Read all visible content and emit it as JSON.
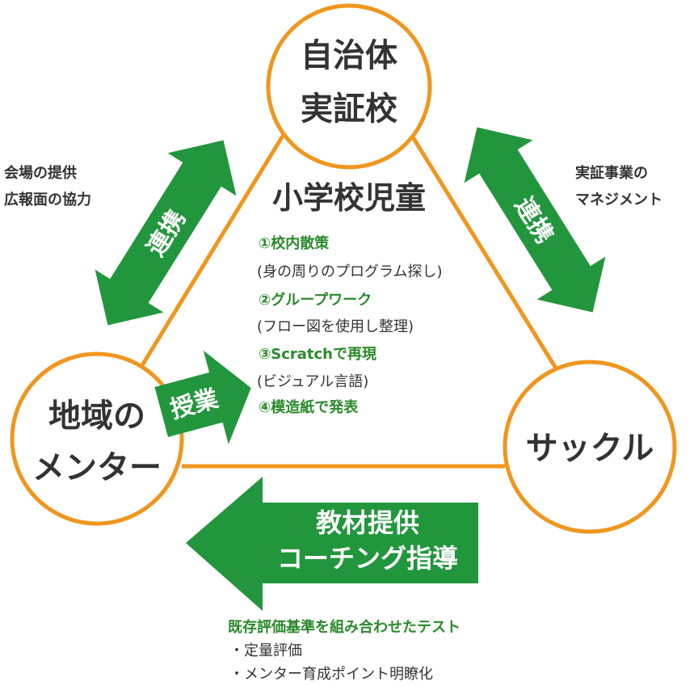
{
  "colors": {
    "orange": "#f0961e",
    "green": "#22963c",
    "green_text": "#2a8a2a",
    "text": "#333333"
  },
  "nodes": {
    "top": {
      "line1": "自治体",
      "line2": "実証校"
    },
    "left": {
      "line1": "地域の",
      "line2": "メンター"
    },
    "right": {
      "line1": "サックル"
    }
  },
  "notes": {
    "left_line1": "会場の提供",
    "left_line2": "広報面の協力",
    "right_line1": "実証事業の",
    "right_line2": "マネジメント"
  },
  "arrows": {
    "left_link": "連携",
    "right_link": "連携",
    "lesson": "授業",
    "bottom_line1": "教材提供",
    "bottom_line2": "コーチング指導"
  },
  "center": {
    "title": "小学校児童",
    "steps": [
      {
        "head": "①校内散策",
        "sub": "(身の周りのプログラム探し)"
      },
      {
        "head": "②グループワーク",
        "sub": "(フロー図を使用し整理)"
      },
      {
        "head": "③Scratchで再現",
        "sub": "(ビジュアル言語)"
      },
      {
        "head": "④模造紙で発表",
        "sub": ""
      }
    ]
  },
  "evaluation": {
    "head": "既存評価基準を組み合わせたテスト",
    "items": [
      "・定量評価",
      "・メンター育成ポイント明瞭化"
    ]
  }
}
